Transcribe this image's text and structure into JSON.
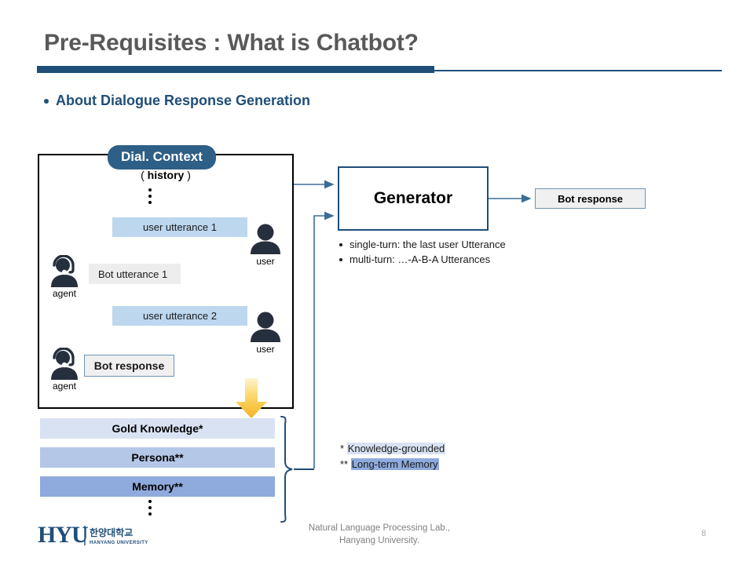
{
  "header": {
    "title": "Pre-Requisites : What is Chatbot?",
    "subtitle": "About Dialogue Response Generation",
    "accent_color": "#1f4e79",
    "title_color": "#595959"
  },
  "dialogue_context": {
    "badge": "Dial. Context",
    "badge_color": "#2e5f86",
    "history_prefix": "(",
    "history_label": "history",
    "history_suffix": ")",
    "messages": [
      {
        "id": "u1",
        "text": "user utterance 1",
        "speaker": "user",
        "style": "user"
      },
      {
        "id": "b1",
        "text": "Bot utterance 1",
        "speaker": "agent",
        "style": "bot"
      },
      {
        "id": "u2",
        "text": "user utterance 2",
        "speaker": "user",
        "style": "user"
      },
      {
        "id": "br",
        "text": "Bot response",
        "speaker": "agent",
        "style": "botresp"
      }
    ],
    "speaker_labels": {
      "user": "user",
      "agent": "agent"
    },
    "user_bubble_color": "#bdd7ee",
    "bot_bubble_color": "#ededed"
  },
  "knowledge_bars": [
    {
      "label": "Gold Knowledge*",
      "color": "#d9e2f3"
    },
    {
      "label": "Persona**",
      "color": "#b4c7e7"
    },
    {
      "label": "Memory**",
      "color": "#8faadc"
    }
  ],
  "generator": {
    "title": "Generator",
    "bullets": [
      "single-turn: the last user Utterance",
      "multi-turn: …-A-B-A Utterances"
    ],
    "output_label": "Bot response"
  },
  "footnotes": [
    {
      "marker": "*",
      "text": "Knowledge-grounded",
      "highlight": "#d9e2f3"
    },
    {
      "marker": "**",
      "text": "Long-term Memory",
      "highlight": "#8faadc"
    }
  ],
  "footer": {
    "lab_line1": "Natural Language Processing  Lab.,",
    "lab_line2": "Hanyang University.",
    "page_number": "8",
    "logo_mark": "HYU",
    "logo_korean": "한양대학교",
    "logo_english": "HANYANG UNIVERSITY"
  }
}
